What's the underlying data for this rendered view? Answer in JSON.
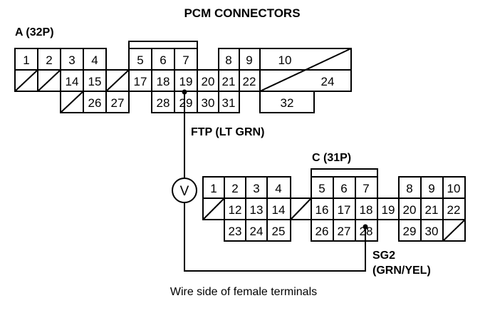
{
  "diagram": {
    "title": "PCM CONNECTORS",
    "caption": "Wire side of female terminals",
    "connector_a": {
      "label": "A (32P)",
      "cells": [
        {
          "pin": "1"
        },
        {
          "pin": "2"
        },
        {
          "pin": "3"
        },
        {
          "pin": "4"
        },
        {
          "pin": "5"
        },
        {
          "pin": "6"
        },
        {
          "pin": "7"
        },
        {
          "pin": "8"
        },
        {
          "pin": "9"
        },
        {
          "pin": "10"
        },
        {
          "pin": "14"
        },
        {
          "pin": "15"
        },
        {
          "pin": "17"
        },
        {
          "pin": "18"
        },
        {
          "pin": "19"
        },
        {
          "pin": "20"
        },
        {
          "pin": "21"
        },
        {
          "pin": "22"
        },
        {
          "pin": "24"
        },
        {
          "pin": "26"
        },
        {
          "pin": "27"
        },
        {
          "pin": "28"
        },
        {
          "pin": "29"
        },
        {
          "pin": "30"
        },
        {
          "pin": "31"
        },
        {
          "pin": "32"
        }
      ]
    },
    "connector_c": {
      "label": "C (31P)",
      "cells": [
        {
          "pin": "1"
        },
        {
          "pin": "2"
        },
        {
          "pin": "3"
        },
        {
          "pin": "4"
        },
        {
          "pin": "5"
        },
        {
          "pin": "6"
        },
        {
          "pin": "7"
        },
        {
          "pin": "8"
        },
        {
          "pin": "9"
        },
        {
          "pin": "10"
        },
        {
          "pin": "12"
        },
        {
          "pin": "13"
        },
        {
          "pin": "14"
        },
        {
          "pin": "16"
        },
        {
          "pin": "17"
        },
        {
          "pin": "18"
        },
        {
          "pin": "19"
        },
        {
          "pin": "20"
        },
        {
          "pin": "21"
        },
        {
          "pin": "22"
        },
        {
          "pin": "23"
        },
        {
          "pin": "24"
        },
        {
          "pin": "25"
        },
        {
          "pin": "26"
        },
        {
          "pin": "27"
        },
        {
          "pin": "28"
        },
        {
          "pin": "29"
        },
        {
          "pin": "30"
        }
      ]
    },
    "wire_ftp": "FTP (LT GRN)",
    "wire_sg2_name": "SG2",
    "wire_sg2_color": "(GRN/YEL)",
    "meter_symbol": "V"
  }
}
